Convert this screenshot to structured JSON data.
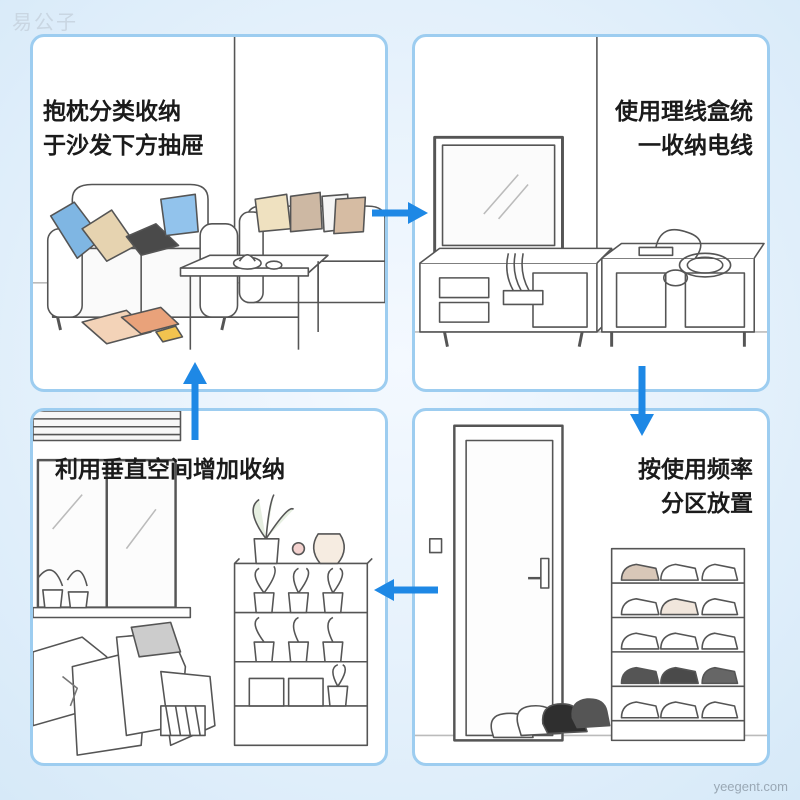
{
  "watermark": "易公子",
  "footer": "yeegent.com",
  "panels": {
    "sofa": {
      "caption": [
        "抱枕分类收纳",
        "于沙发下方抽屉"
      ]
    },
    "tv": {
      "caption": [
        "使用理线盒统",
        "一收纳电线"
      ]
    },
    "shelf": {
      "caption": [
        "利用垂直空间增加收纳"
      ]
    },
    "shoes": {
      "caption": [
        "按使用频率",
        "分区放置"
      ]
    }
  },
  "colors": {
    "arrow": "#1e88e5",
    "border": "#9dcdf0",
    "line": "#444444"
  }
}
